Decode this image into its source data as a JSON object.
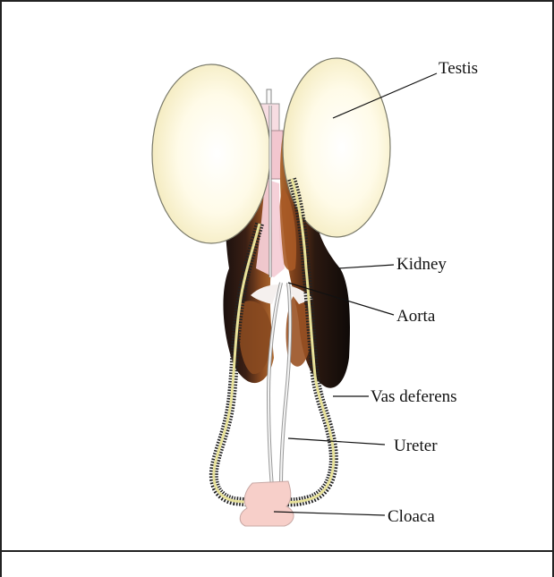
{
  "diagram": {
    "labels": {
      "testis": "Testis",
      "kidney": "Kidney",
      "aorta": "Aorta",
      "vas_deferens": "Vas deferens",
      "ureter": "Ureter",
      "cloaca": "Cloaca"
    },
    "colors": {
      "testis_fill": "#fff8d6",
      "testis_stroke": "#7a7a6a",
      "kidney_dark": "#1e1412",
      "kidney_brown": "#8a4a20",
      "aorta": "#f6d6dc",
      "cloaca": "#f7cfc9",
      "vas_yellow": "#e8e29a"
    }
  }
}
